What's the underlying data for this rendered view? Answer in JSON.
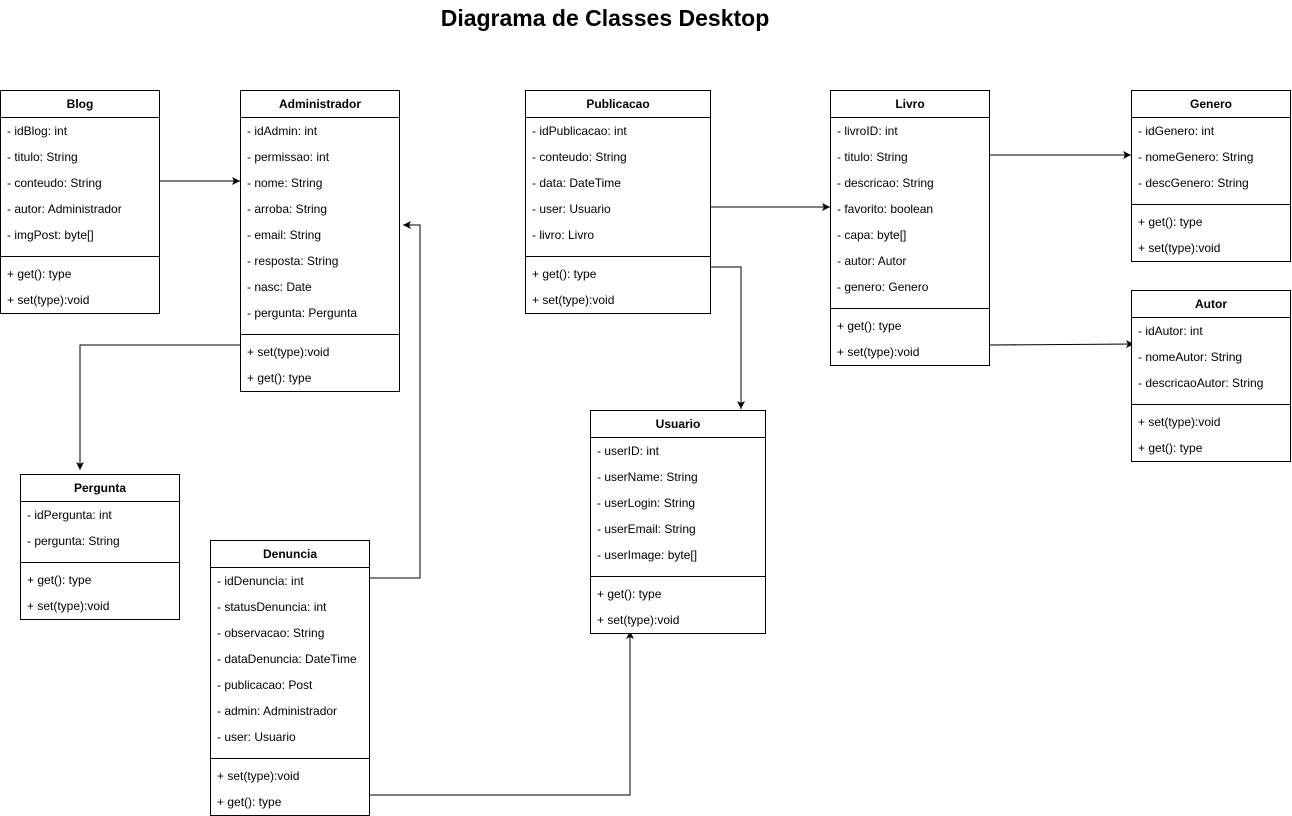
{
  "title": "Diagrama de Classes Desktop",
  "classes": [
    {
      "id": "blog",
      "name": "Blog",
      "attributes": [
        "- idBlog: int",
        "- titulo: String",
        "- conteudo: String",
        "- autor: Administrador",
        "- imgPost: byte[]"
      ],
      "operations": [
        "+ get(): type",
        "+ set(type):void"
      ]
    },
    {
      "id": "administrador",
      "name": "Administrador",
      "attributes": [
        "- idAdmin: int",
        "- permissao: int",
        "- nome: String",
        "- arroba: String",
        "- email: String",
        "- resposta: String",
        "- nasc: Date",
        "- pergunta: Pergunta"
      ],
      "operations": [
        "+ set(type):void",
        "+ get(): type"
      ]
    },
    {
      "id": "publicacao",
      "name": "Publicacao",
      "attributes": [
        "- idPublicacao: int",
        "- conteudo: String",
        "- data: DateTime",
        "- user: Usuario",
        "- livro: Livro"
      ],
      "operations": [
        "+ get(): type",
        "+ set(type):void"
      ]
    },
    {
      "id": "livro",
      "name": "Livro",
      "attributes": [
        "- livroID: int",
        "- titulo: String",
        "- descricao: String",
        "- favorito: boolean",
        "- capa: byte[]",
        "- autor: Autor",
        "- genero: Genero"
      ],
      "operations": [
        "+ get(): type",
        "+ set(type):void"
      ]
    },
    {
      "id": "genero",
      "name": "Genero",
      "attributes": [
        "- idGenero: int",
        "- nomeGenero: String",
        "- descGenero: String"
      ],
      "operations": [
        "+ get(): type",
        "+ set(type):void"
      ]
    },
    {
      "id": "autor",
      "name": "Autor",
      "attributes": [
        "- idAutor: int",
        "- nomeAutor: String",
        "- descricaoAutor: String"
      ],
      "operations": [
        "+ set(type):void",
        "+ get(): type"
      ]
    },
    {
      "id": "pergunta",
      "name": "Pergunta",
      "attributes": [
        "- idPergunta: int",
        "- pergunta: String"
      ],
      "operations": [
        "+ get(): type",
        "+ set(type):void"
      ]
    },
    {
      "id": "denuncia",
      "name": "Denuncia",
      "attributes": [
        "- idDenuncia: int",
        "- statusDenuncia: int",
        "- observacao: String",
        "- dataDenuncia: DateTime",
        "- publicacao: Post",
        "- admin: Administrador",
        "- user: Usuario"
      ],
      "operations": [
        "+ set(type):void",
        "+ get(): type"
      ]
    },
    {
      "id": "usuario",
      "name": "Usuario",
      "attributes": [
        "- userID: int",
        "- userName: String",
        "- userLogin: String",
        "- userEmail: String",
        "- userImage: byte[]"
      ],
      "operations": [
        "+ get(): type",
        "+ set(type):void"
      ]
    }
  ],
  "relations": [
    {
      "from": "blog",
      "to": "administrador"
    },
    {
      "from": "administrador",
      "to": "pergunta"
    },
    {
      "from": "denuncia",
      "to": "administrador"
    },
    {
      "from": "denuncia",
      "to": "usuario"
    },
    {
      "from": "publicacao",
      "to": "livro"
    },
    {
      "from": "publicacao",
      "to": "usuario"
    },
    {
      "from": "livro",
      "to": "genero"
    },
    {
      "from": "livro",
      "to": "autor"
    }
  ]
}
